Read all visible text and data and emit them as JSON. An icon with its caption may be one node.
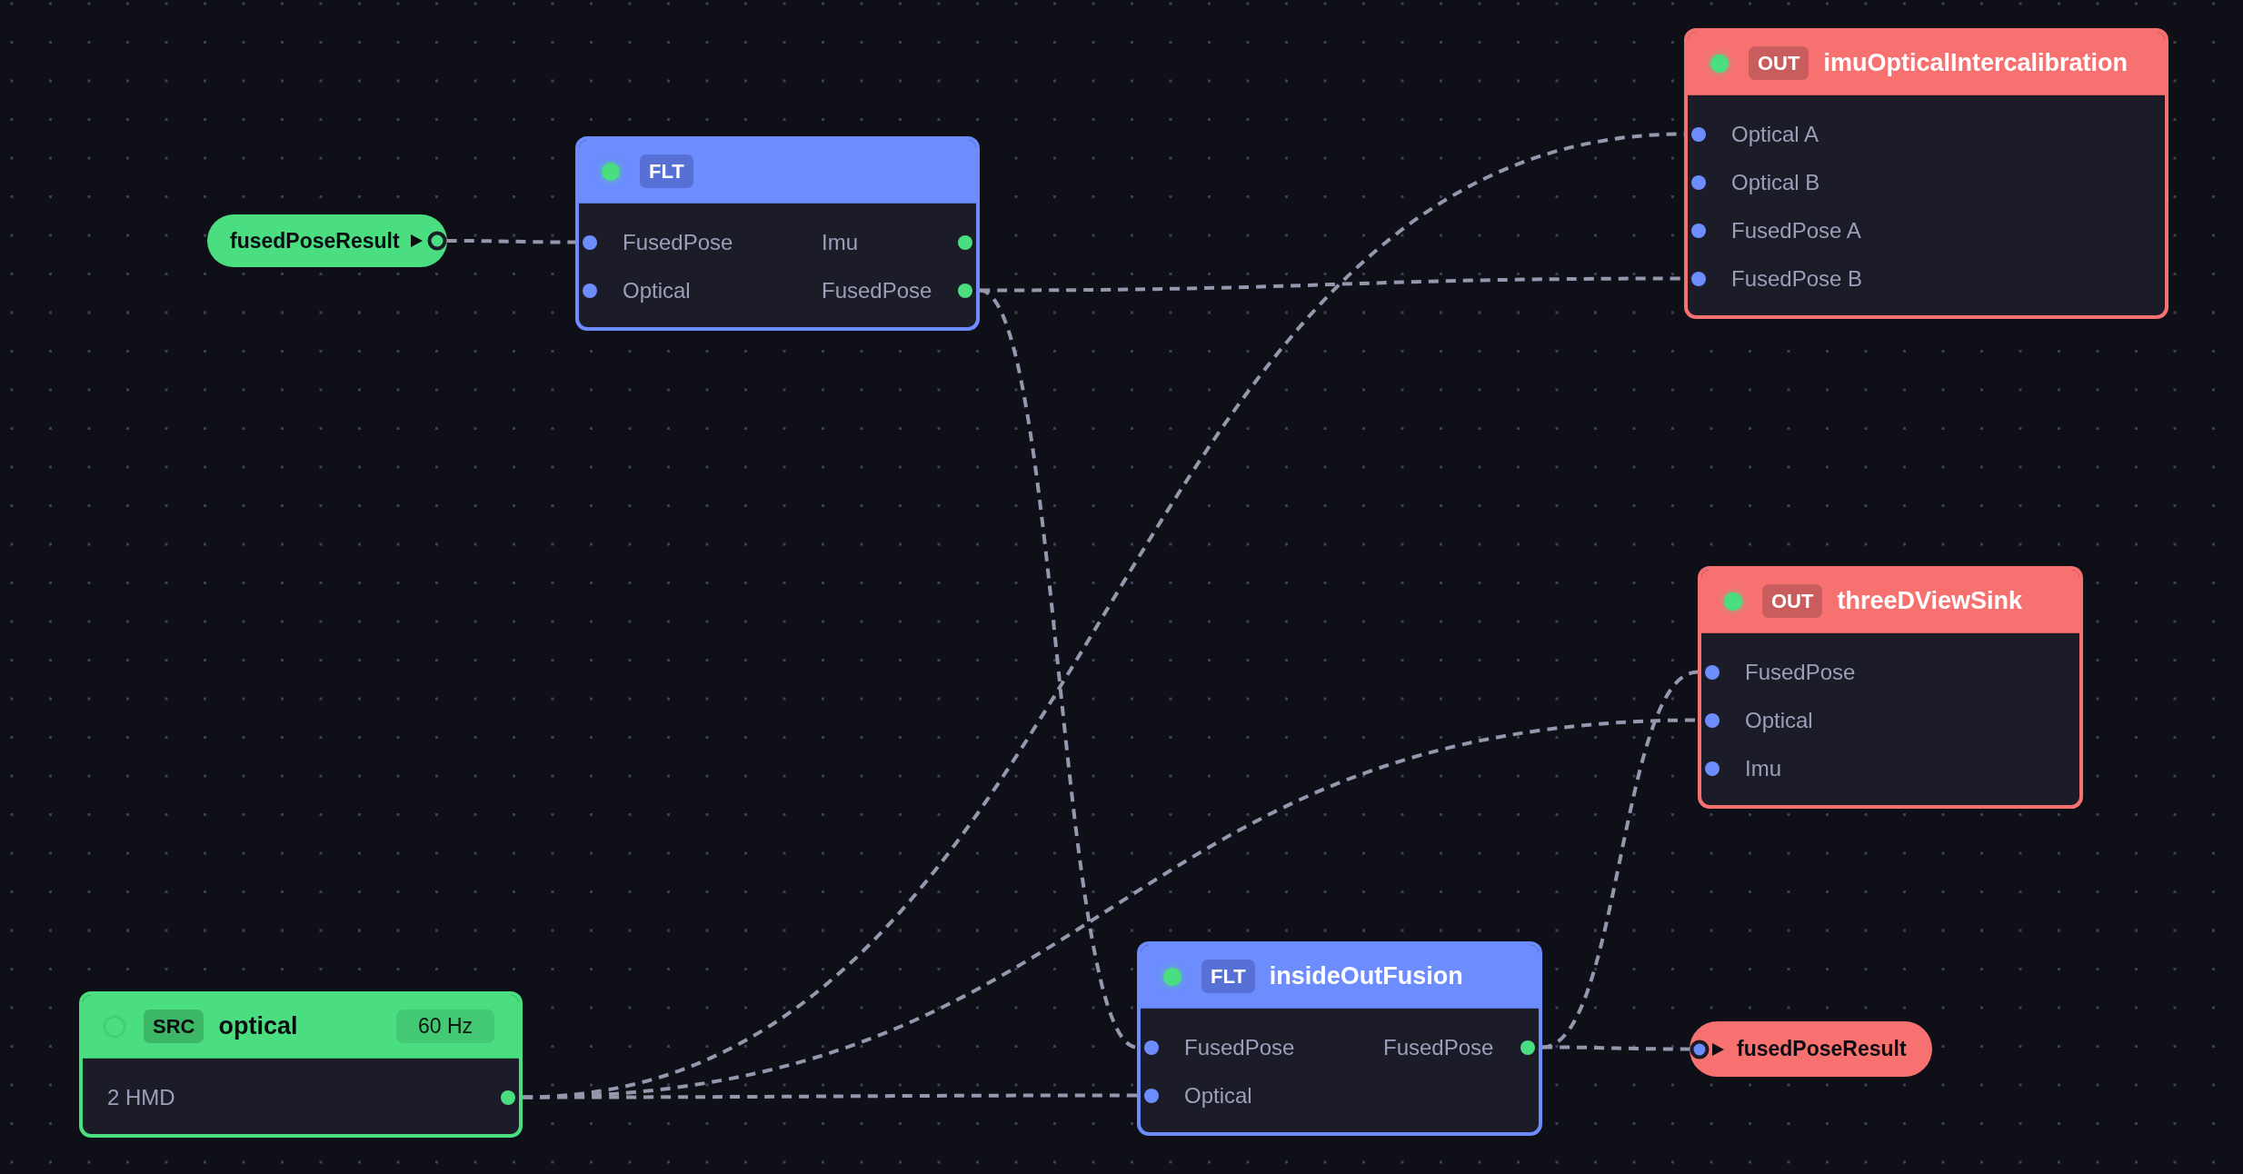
{
  "diagram": {
    "nodes": [
      {
        "text": [
          "fusedPoseResult"
        ]
      },
      {
        "text": [
          "FLT",
          "FusedPose",
          "Imu",
          "Optical",
          "FusedPose"
        ]
      },
      {
        "text": [
          "OUT",
          "imuOpticalIntercalibration",
          "Optical A",
          "Optical B",
          "FusedPose A",
          "FusedPose B"
        ]
      },
      {
        "text": [
          "OUT",
          "threeDViewSink",
          "FusedPose",
          "Optical",
          "Imu"
        ]
      },
      {
        "text": [
          "SRC",
          "optical",
          "60 Hz",
          "2 HMD"
        ]
      },
      {
        "text": [
          "FLT",
          "insideOutFusion",
          "FusedPose",
          "FusedPose",
          "Optical"
        ]
      },
      {
        "text": [
          "fusedPoseResult"
        ]
      }
    ],
    "edges": [
      {
        "from": 0,
        "to": 1,
        "arrow": "none",
        "style": "dashed"
      },
      {
        "from": 1,
        "to": 2,
        "arrow": "none",
        "style": "dashed"
      },
      {
        "from": 1,
        "to": 5,
        "arrow": "none",
        "style": "dashed"
      },
      {
        "from": 4,
        "to": 2,
        "arrow": "none",
        "style": "dashed"
      },
      {
        "from": 4,
        "to": 3,
        "arrow": "none",
        "style": "dashed"
      },
      {
        "from": 4,
        "to": 5,
        "arrow": "none",
        "style": "dashed"
      },
      {
        "from": 5,
        "to": 3,
        "arrow": "none",
        "style": "dashed"
      },
      {
        "from": 5,
        "to": 6,
        "arrow": "none",
        "style": "dashed"
      }
    ]
  }
}
